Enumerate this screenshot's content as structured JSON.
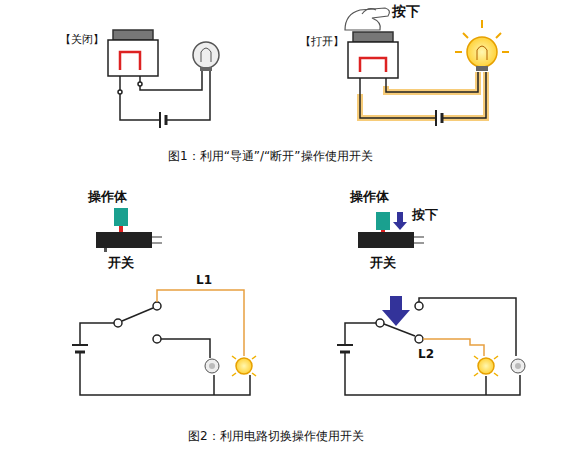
{
  "diagram": {
    "labels": [
      "【关闭】",
      "按下",
      "【打开】",
      "图1：利用“导通”/“断开”操作使用开关",
      "操作体",
      "开关",
      "L1",
      "操作体",
      "按下",
      "开关",
      "L2",
      "图2：利用电路切换操作使用开关"
    ]
  }
}
